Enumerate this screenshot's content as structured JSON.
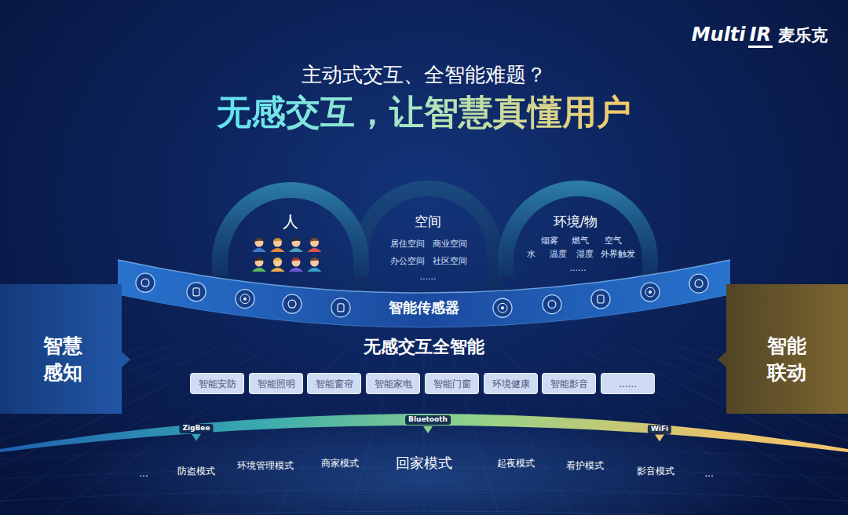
{
  "diagram": {
    "title": "无感交互，让智慧真懂用户",
    "nodes": [
      {
        "text": [
          "人"
        ]
      },
      {
        "text": [
          "空间",
          "居住空间",
          "商业空间",
          "办公空间",
          "社区空间",
          "......"
        ]
      },
      {
        "text": [
          "环境/物",
          "烟雾",
          "燃气",
          "空气",
          "水",
          "温度",
          "湿度",
          "外界触发",
          "......"
        ]
      },
      {
        "text": [
          "智能传感器"
        ]
      },
      {
        "text": [
          "智慧感知"
        ]
      },
      {
        "text": [
          "智能联动"
        ]
      },
      {
        "text": [
          "智能安防"
        ]
      },
      {
        "text": [
          "智能照明"
        ]
      },
      {
        "text": [
          "智能窗帘"
        ]
      },
      {
        "text": [
          "智能家电"
        ]
      },
      {
        "text": [
          "智能门窗"
        ]
      },
      {
        "text": [
          "环境健康"
        ]
      },
      {
        "text": [
          "智能影音"
        ]
      },
      {
        "text": [
          "......"
        ]
      },
      {
        "text": [
          "ZigBee",
          "Bluetooth",
          "WiFi"
        ]
      }
    ],
    "labels": [
      "Multi",
      "IR",
      "麦乐克",
      "主动式交互、全智能难题？",
      "无感交互全智能",
      "...",
      "防盗模式",
      "环境管理模式",
      "商家模式",
      "回家模式",
      "起夜模式",
      "看护模式",
      "影音模式",
      "..."
    ]
  }
}
